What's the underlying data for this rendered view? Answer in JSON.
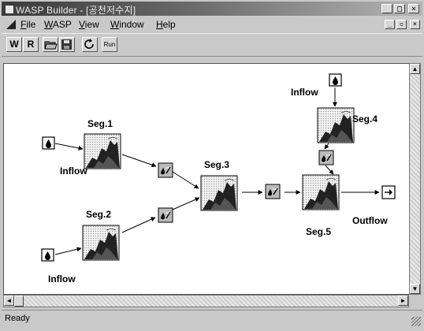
{
  "window": {
    "title": "WASP Builder - [공천저수지]",
    "caption_buttons": [
      "_",
      "□",
      "×"
    ],
    "mdi_buttons": [
      "_",
      "▫",
      "×"
    ]
  },
  "menu": {
    "items": [
      {
        "label": "File"
      },
      {
        "label": "WASP"
      },
      {
        "label": "View"
      },
      {
        "label": "Window"
      },
      {
        "label": "Help"
      }
    ]
  },
  "toolbar": {
    "buttons": [
      {
        "label": "W"
      },
      {
        "label": "R"
      },
      {
        "label": "",
        "icon": "open-folder-icon"
      },
      {
        "label": "",
        "icon": "save-disk-icon"
      },
      {
        "label": "",
        "icon": "refresh-icon"
      },
      {
        "label": "Run"
      }
    ]
  },
  "diagram": {
    "segments": [
      {
        "id": "seg1",
        "label": "Seg.1"
      },
      {
        "id": "seg2",
        "label": "Seg.2"
      },
      {
        "id": "seg3",
        "label": "Seg.3"
      },
      {
        "id": "seg4",
        "label": "Seg.4"
      },
      {
        "id": "seg5",
        "label": "Seg.5"
      }
    ],
    "inflows": [
      {
        "id": "in1",
        "label": "Inflow"
      },
      {
        "id": "in2",
        "label": "Inflow"
      },
      {
        "id": "in3",
        "label": "Inflow"
      }
    ],
    "outflow": {
      "label": "Outflow"
    }
  },
  "scrollbars": {
    "left_arrow": "◄",
    "right_arrow": "►",
    "up_arrow": "▲",
    "down_arrow": "▼"
  },
  "status": {
    "text": "Ready"
  }
}
